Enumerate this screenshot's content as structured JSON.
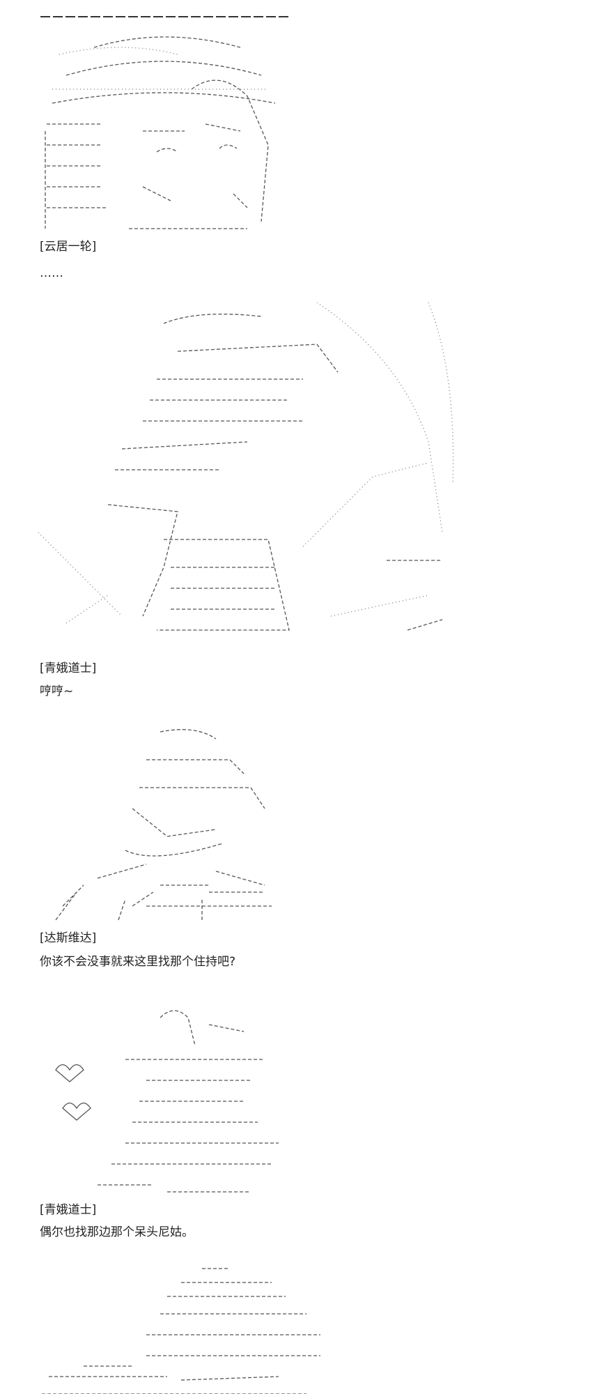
{
  "posts": [
    {
      "speaker": "[云居一轮]",
      "line": "……"
    },
    {
      "speaker": "[青娥道士]",
      "line": "哼哼~"
    },
    {
      "speaker": "[达斯维达]",
      "line": "你该不会没事就来这里找那个住持吧?"
    },
    {
      "speaker": "[青娥道士]",
      "line": "偶尔也找那边那个呆头尼姑。"
    }
  ]
}
